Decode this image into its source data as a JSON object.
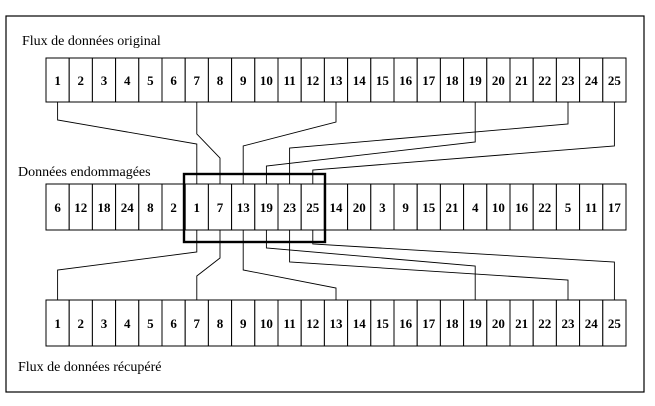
{
  "labels": {
    "original": "Flux de données original",
    "damaged": "Données endommagées",
    "recovered": "Flux de données récupéré"
  },
  "rows": {
    "original": [
      "1",
      "2",
      "3",
      "4",
      "5",
      "6",
      "7",
      "8",
      "9",
      "10",
      "11",
      "12",
      "13",
      "14",
      "15",
      "16",
      "17",
      "18",
      "19",
      "20",
      "21",
      "22",
      "23",
      "24",
      "25"
    ],
    "damaged": [
      "6",
      "12",
      "18",
      "24",
      "8",
      "2",
      "1",
      "7",
      "13",
      "19",
      "23",
      "25",
      "14",
      "20",
      "3",
      "9",
      "15",
      "21",
      "4",
      "10",
      "16",
      "22",
      "5",
      "11",
      "17"
    ],
    "recovered": [
      "1",
      "2",
      "3",
      "4",
      "5",
      "6",
      "7",
      "8",
      "9",
      "10",
      "11",
      "12",
      "13",
      "14",
      "15",
      "16",
      "17",
      "18",
      "19",
      "20",
      "21",
      "22",
      "23",
      "24",
      "25"
    ]
  },
  "highlighted_damaged_values": [
    "1",
    "7",
    "13",
    "19",
    "23",
    "25"
  ]
}
